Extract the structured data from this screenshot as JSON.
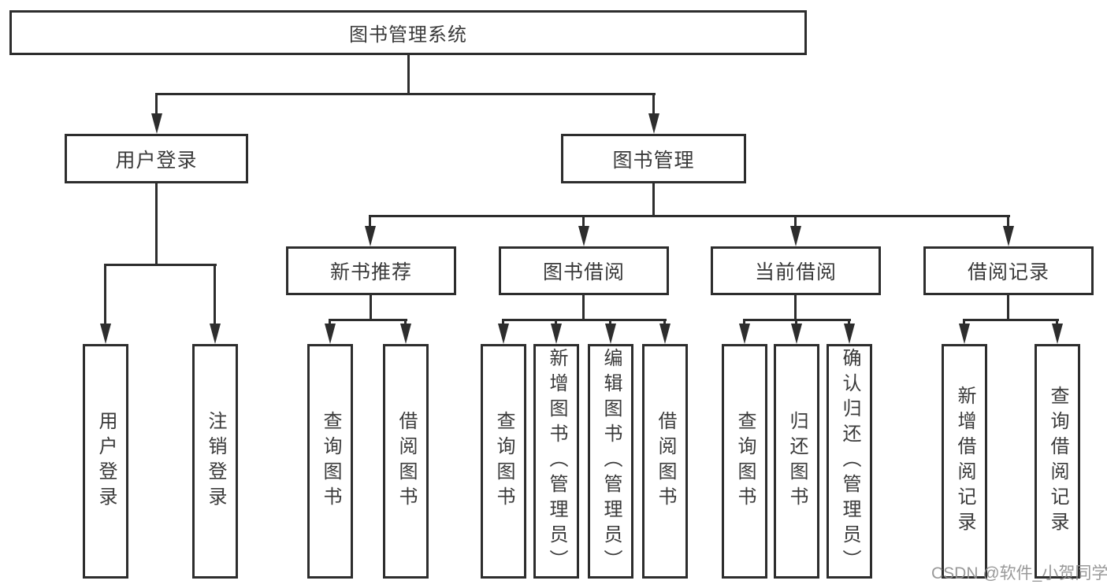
{
  "diagram": {
    "root": {
      "label": "图书管理系统",
      "children": [
        {
          "label": "用户登录",
          "children": [
            {
              "label": "用户登录"
            },
            {
              "label": "注销登录"
            }
          ]
        },
        {
          "label": "图书管理",
          "children": [
            {
              "label": "新书推荐",
              "children": [
                {
                  "label": "查询图书"
                },
                {
                  "label": "借阅图书"
                }
              ]
            },
            {
              "label": "图书借阅",
              "children": [
                {
                  "label": "查询图书"
                },
                {
                  "label": "新增图书（管理员）"
                },
                {
                  "label": "编辑图书（管理员）"
                },
                {
                  "label": "借阅图书"
                }
              ]
            },
            {
              "label": "当前借阅",
              "children": [
                {
                  "label": "查询图书"
                },
                {
                  "label": "归还图书"
                },
                {
                  "label": "确认归还（管理员）"
                }
              ]
            },
            {
              "label": "借阅记录",
              "children": [
                {
                  "label": "新增借阅记录"
                },
                {
                  "label": "查询借阅记录"
                }
              ]
            }
          ]
        }
      ]
    },
    "watermark": "CSDN @软件_小贺同学",
    "colors": {
      "line": "#2d2d2d",
      "text": "#3a3a3a",
      "watermark": "#8f8f8f",
      "background": "#ffffff"
    }
  }
}
